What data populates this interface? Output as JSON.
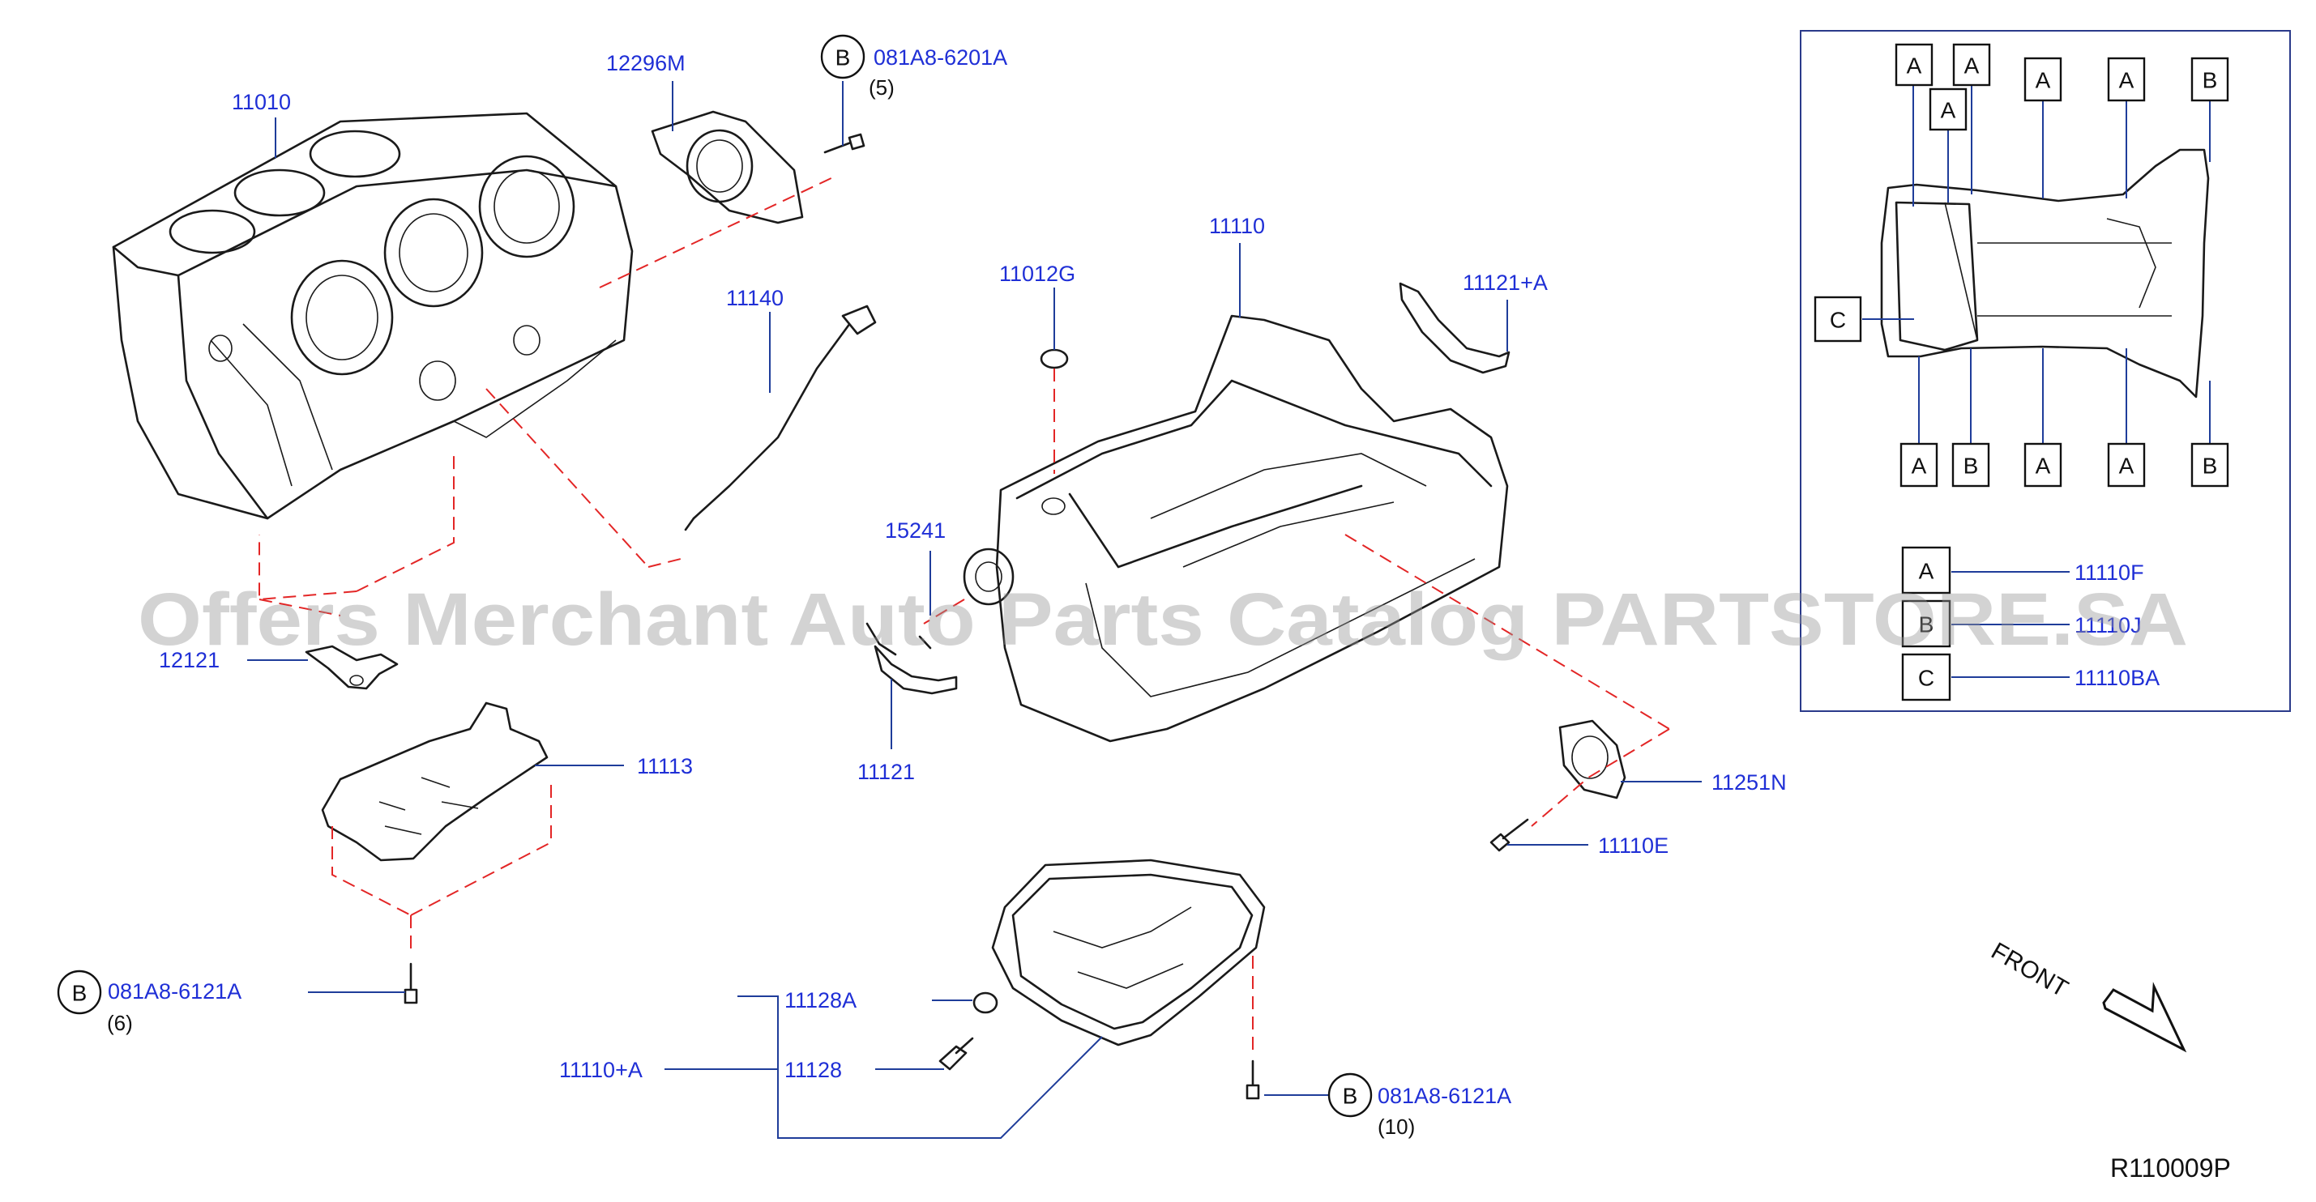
{
  "watermark": "Offers Merchant Auto Parts Catalog PARTSTORE.SA",
  "reference_code": "R110009P",
  "front_label": "FRONT",
  "callouts": {
    "cylinder_block": "11010",
    "rear_oil_seal_retainer": "12296M",
    "bolt_top": "081A8-6201A",
    "bolt_top_qty": "(5)",
    "bolt_top_badge": "B",
    "oil_level_gauge": "11140",
    "oil_pan_upper": "11110",
    "drain_plug_gasket_top": "11012G",
    "baffle_plate_right": "11121+A",
    "oil_strainer": "15241",
    "baffle_plate_left": "11121",
    "crankshaft_bearing_cap": "12121",
    "baffle_plate": "11113",
    "bolt_left": "081A8-6121A",
    "bolt_left_qty": "(6)",
    "bolt_left_badge": "B",
    "drain_washer": "11128A",
    "oil_pan_assy": "11110+A",
    "drain_plug": "11128",
    "bolt_bottom": "081A8-6121A",
    "bolt_bottom_qty": "(10)",
    "bolt_bottom_badge": "B",
    "rear_cover": "11251N",
    "cover_bolt": "11110E"
  },
  "inset": {
    "top_boxes": [
      "A",
      "A",
      "A",
      "A",
      "A",
      "B"
    ],
    "side_box": "C",
    "bottom_boxes": [
      "A",
      "B",
      "A",
      "A",
      "B"
    ],
    "legend": [
      {
        "key": "A",
        "part": "11110F"
      },
      {
        "key": "B",
        "part": "11110J"
      },
      {
        "key": "C",
        "part": "11110BA"
      }
    ]
  }
}
